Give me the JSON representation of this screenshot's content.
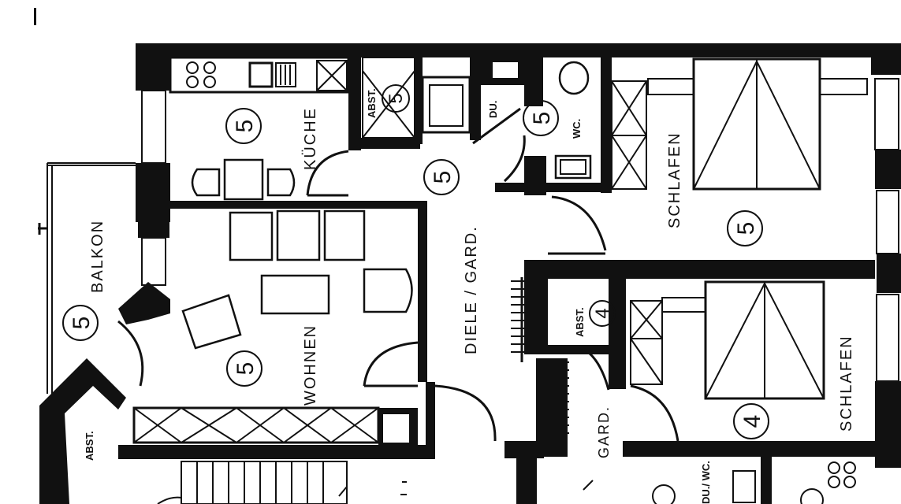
{
  "rooms": {
    "kueche": {
      "label": "KÜCHE",
      "number": "5"
    },
    "abst_kitchen": {
      "label": "ABST.",
      "number": "5"
    },
    "du": {
      "label": "DU."
    },
    "wc": {
      "label": "WC.",
      "number": "5"
    },
    "schlafen_top": {
      "label": "SCHLAFEN",
      "number": "5"
    },
    "diele": {
      "label": "DIELE / GARD.",
      "number": "5"
    },
    "wohnen": {
      "label": "WOHNEN",
      "number": "5"
    },
    "balkon": {
      "label": "BALKON",
      "number": "5"
    },
    "abst_left": {
      "label": "ABST."
    },
    "abst_mid": {
      "label": "ABST.",
      "number": "4"
    },
    "gard_mid": {
      "label": "GARD."
    },
    "schlafen_bottom": {
      "label": "SCHLAFEN",
      "number": "4"
    },
    "du_wc_bottom": {
      "label": "DU./ WC."
    }
  },
  "colors": {
    "ink": "#111111",
    "paper": "#ffffff"
  }
}
